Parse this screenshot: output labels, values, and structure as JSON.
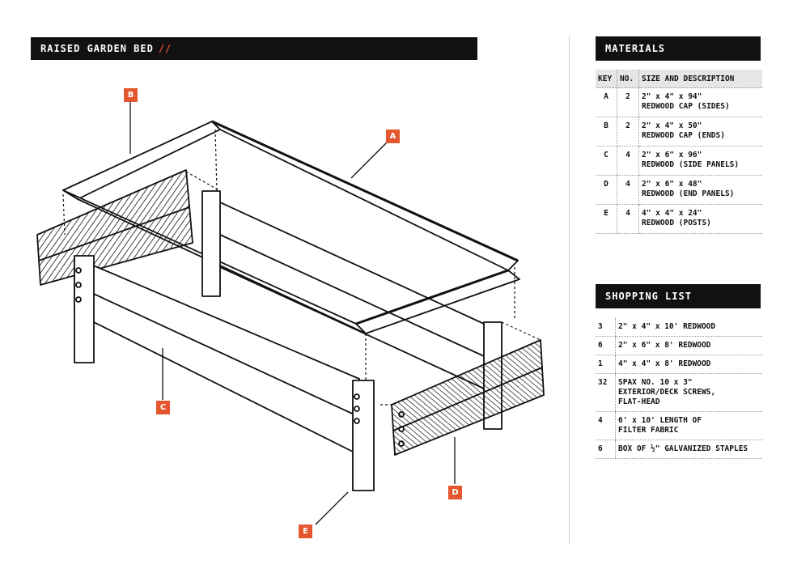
{
  "title": {
    "text": "RAISED GARDEN BED",
    "slashes": "//"
  },
  "labels": {
    "a": "A",
    "b": "B",
    "c": "C",
    "d": "D",
    "e": "E"
  },
  "materials": {
    "heading": "MATERIALS",
    "columns": [
      "KEY",
      "NO.",
      "SIZE AND DESCRIPTION"
    ],
    "rows": [
      {
        "key": "A",
        "no": "2",
        "size": "2\" x 4\" x 94\"",
        "desc": "REDWOOD CAP (SIDES)"
      },
      {
        "key": "B",
        "no": "2",
        "size": "2\" x 4\" x 50\"",
        "desc": "REDWOOD CAP (ENDS)"
      },
      {
        "key": "C",
        "no": "4",
        "size": "2\" x 6\" x 96\"",
        "desc": "REDWOOD (SIDE PANELS)"
      },
      {
        "key": "D",
        "no": "4",
        "size": "2\" x 6\" x 48\"",
        "desc": "REDWOOD (END PANELS)"
      },
      {
        "key": "E",
        "no": "4",
        "size": "4\" x 4\" x 24\"",
        "desc": "REDWOOD (POSTS)"
      }
    ]
  },
  "shopping": {
    "heading": "SHOPPING LIST",
    "rows": [
      {
        "qty": "3",
        "line1": "2\" x 4\" x 10' REDWOOD",
        "line2": "",
        "line3": ""
      },
      {
        "qty": "6",
        "line1": "2\" x 6\" x 8' REDWOOD",
        "line2": "",
        "line3": ""
      },
      {
        "qty": "1",
        "line1": "4\" x 4\" x 8' REDWOOD",
        "line2": "",
        "line3": ""
      },
      {
        "qty": "32",
        "line1": "SPAX NO. 10 x 3\"",
        "line2": "EXTERIOR/DECK SCREWS,",
        "line3": "FLAT-HEAD"
      },
      {
        "qty": "4",
        "line1": "6' x 10' LENGTH OF",
        "line2": "FILTER FABRIC",
        "line3": ""
      },
      {
        "qty": "6",
        "line1": "BOX OF ½\" GALVANIZED STAPLES",
        "line2": "",
        "line3": ""
      }
    ]
  },
  "colors": {
    "accent": "#e4572e",
    "ink": "#111111",
    "header_bg": "#e6e6e6"
  }
}
